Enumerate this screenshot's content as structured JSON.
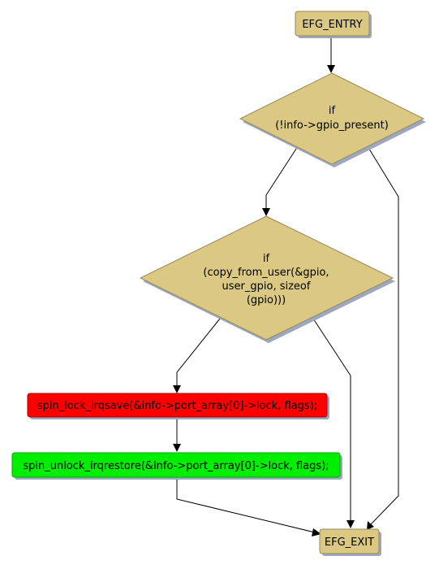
{
  "colors": {
    "background": "#ffffff",
    "terminal_fill": "#dac883",
    "decision_fill": "#dac883",
    "node_border": "#99885a",
    "shadow": "#9ca8c0",
    "lock_fill": "#ff0000",
    "unlock_fill": "#00ee00",
    "edge": "#000000"
  },
  "nodes": {
    "entry": {
      "label": "EFG_ENTRY"
    },
    "cond_gpio_present": {
      "lines": [
        "if",
        "(!info->gpio_present)"
      ]
    },
    "cond_copy_from_user": {
      "lines": [
        "if",
        "(copy_from_user(&gpio,",
        "user_gpio, sizeof",
        "(gpio)))"
      ]
    },
    "spin_lock": {
      "label": "spin_lock_irqsave(&info->port_array[0]->lock, flags);"
    },
    "spin_unlock": {
      "label": "spin_unlock_irqrestore(&info->port_array[0]->lock, flags);"
    },
    "exit": {
      "label": "EFG_EXIT"
    }
  }
}
